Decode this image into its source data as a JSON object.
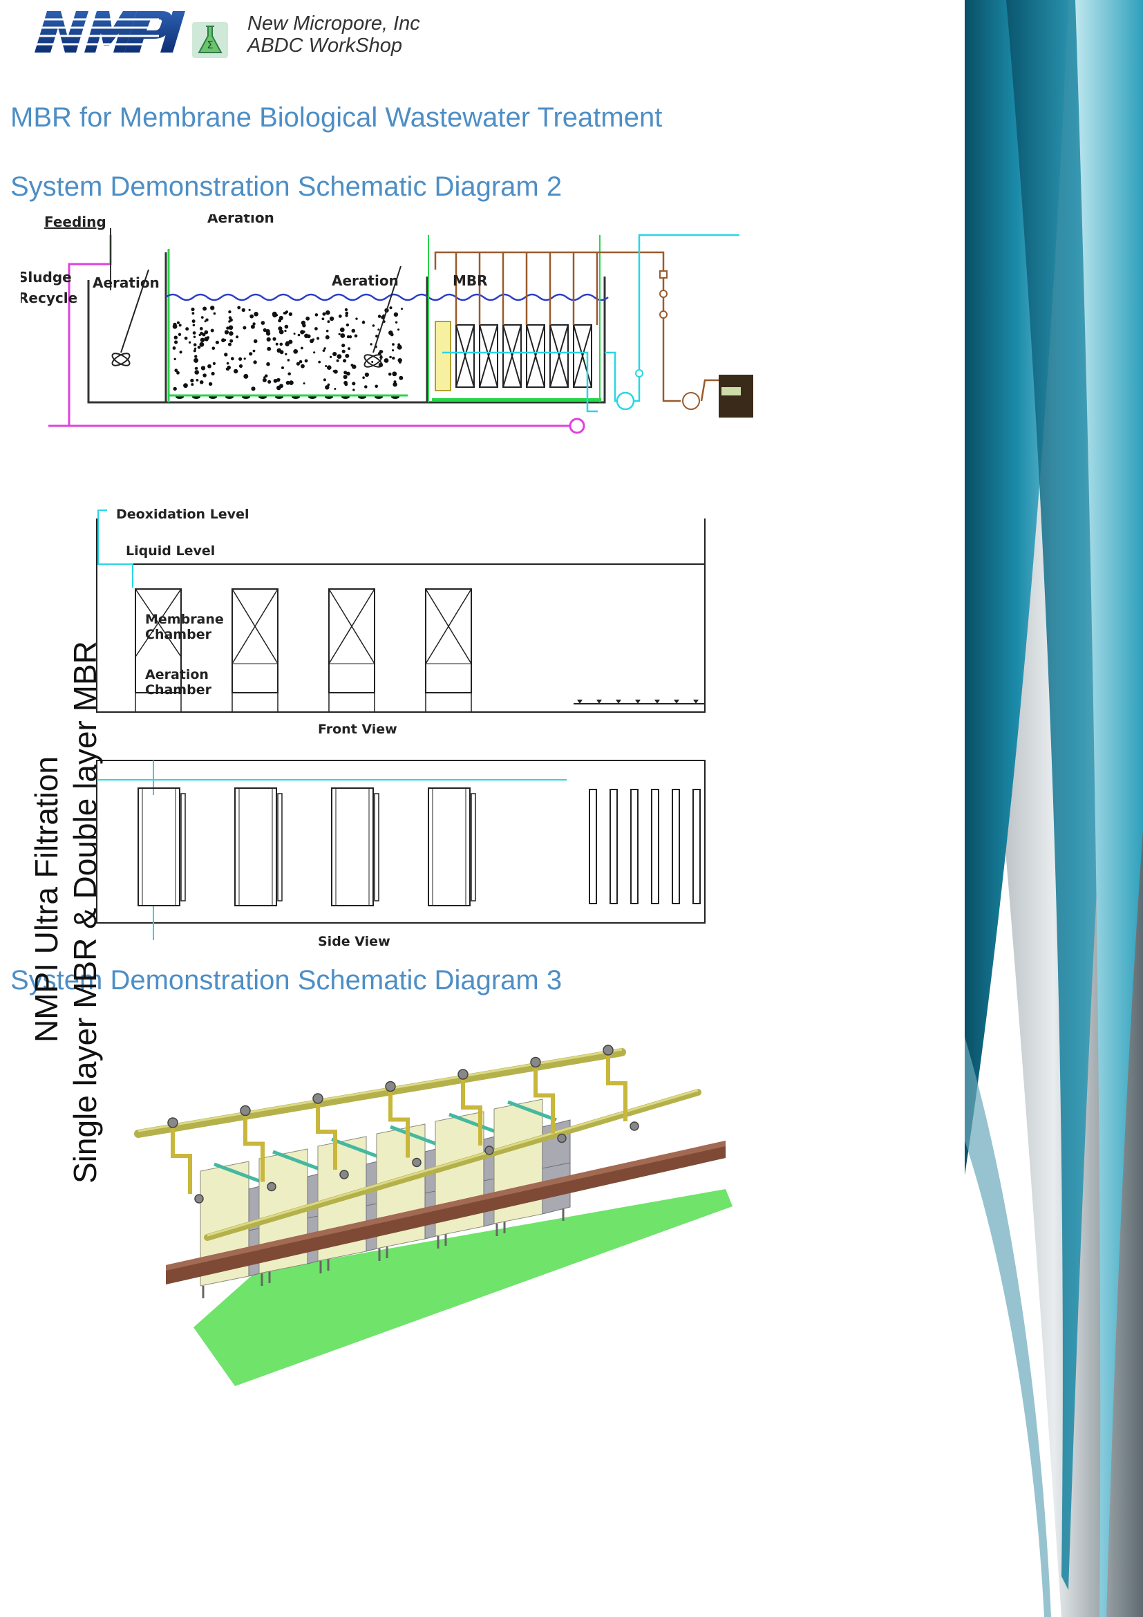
{
  "header": {
    "logo_text": "NMPI",
    "company_name": "New Micropore, Inc",
    "company_sub": "ABDC WorkShop",
    "flask_icon": "flask-sigma-icon"
  },
  "page_title": "MBR for Membrane Biological Wastewater Treatment",
  "section_2": {
    "title": "System Demonstration Schematic Diagram 2",
    "flow_labels": {
      "feeding": "Feeding",
      "aeration_top": "Aeration",
      "sludge": "Sludge",
      "recycle": "Recycle",
      "aeration_1": "Aeration",
      "aeration_2": "Aeration",
      "mbr": "MBR"
    },
    "views": {
      "deoxidation": "Deoxidation Level",
      "liquid": "Liquid Level",
      "membrane_1": "Membrane",
      "membrane_2": "Chamber",
      "aeration_1": "Aeration",
      "aeration_2": "Chamber",
      "front_view": "Front View",
      "side_view": "Side View"
    }
  },
  "section_3": {
    "title": "System Demonstration Schematic Diagram 3"
  },
  "sidebar": {
    "line1": "NMPI Ultra Filtration",
    "line2": "Single layer MBR & Double layer MBR"
  },
  "colors": {
    "heading": "#4d8ec5",
    "pipe_magenta": "#e040e0",
    "pipe_cyan": "#27d6e6",
    "pipe_green": "#27d64a",
    "pipe_brown": "#9a5a2c",
    "water_blue": "#2a3ec8",
    "ground_green": "#6fe36a",
    "module_cream": "#eeeec4",
    "rail_brown": "#7e4a36",
    "banner_teal": "#1a7e99"
  }
}
